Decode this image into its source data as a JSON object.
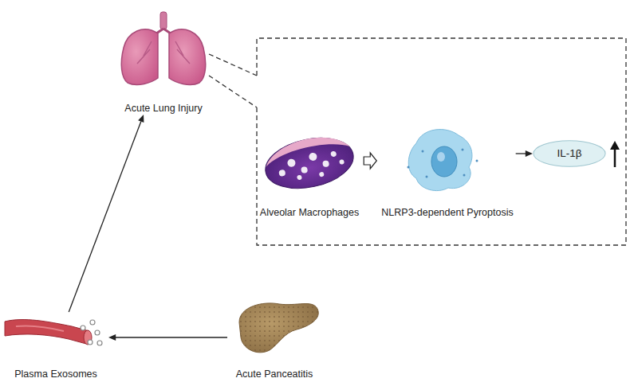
{
  "diagram": {
    "nodes": [
      {
        "text": [
          "Acute Lung Injury"
        ]
      },
      {
        "text": [
          "Alveolar Macrophages"
        ]
      },
      {
        "text": [
          "NLRP3-dependent Pyroptosis"
        ]
      },
      {
        "text": [
          "IL-1β"
        ]
      },
      {
        "text": [
          "Plasma Exosomes"
        ]
      },
      {
        "text": [
          "Acute Panceatitis"
        ]
      }
    ],
    "edges": [
      {
        "from": 5,
        "to": 4,
        "arrow": "to"
      },
      {
        "from": 4,
        "to": 0,
        "arrow": "to"
      },
      {
        "from": 1,
        "to": 2,
        "arrow": "to"
      },
      {
        "from": 2,
        "to": 3,
        "arrow": "to"
      }
    ]
  }
}
